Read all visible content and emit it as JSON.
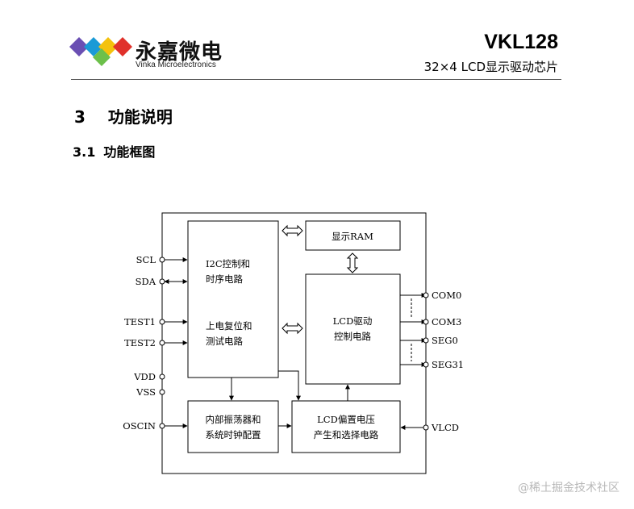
{
  "header": {
    "logo_text": "永嘉微电",
    "logo_subtext": "Vinka Microelectronics",
    "logo_colors": [
      "#6a4fb3",
      "#1a9ad6",
      "#f4c20d",
      "#6cc04a",
      "#e0312b"
    ],
    "model": "VKL128",
    "subtitle": "32×4 LCD显示驱动芯片"
  },
  "section": {
    "number": "3",
    "title": "功能说明"
  },
  "subsection": {
    "number": "3.1",
    "title": "功能框图"
  },
  "diagram": {
    "blocks": {
      "i2c_line1": "I2C控制和",
      "i2c_line2": "时序电路",
      "reset_line1": "上电复位和",
      "reset_line2": "测试电路",
      "ram": "显示RAM",
      "lcd_driver_line1": "LCD驱动",
      "lcd_driver_line2": "控制电路",
      "osc_line1": "内部振荡器和",
      "osc_line2": "系统时钟配置",
      "bias_line1": "LCD偏置电压",
      "bias_line2": "产生和选择电路"
    },
    "pins_left": [
      "SCL",
      "SDA",
      "TEST1",
      "TEST2",
      "VDD",
      "VSS",
      "OSCIN"
    ],
    "pins_right": [
      "COM0",
      "COM3",
      "SEG0",
      "SEG31",
      "VLCD"
    ]
  },
  "watermark": "@稀土掘金技术社区"
}
